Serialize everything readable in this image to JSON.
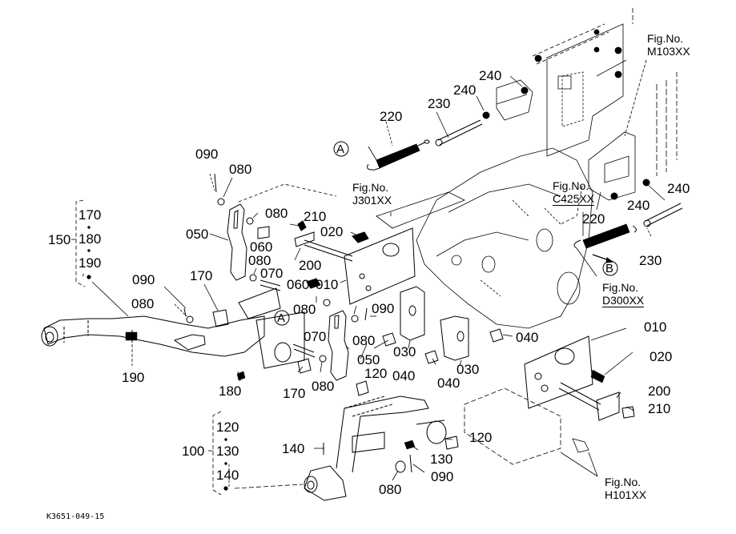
{
  "drawing_code": "K3651-049-15",
  "assemblies": [
    {
      "number": "150",
      "members": [
        "170",
        "180",
        "190"
      ]
    },
    {
      "number": "100",
      "members": [
        "120",
        "130",
        "140"
      ]
    }
  ],
  "callouts": {
    "A": "A",
    "B": "B"
  },
  "figure_refs": {
    "m103": {
      "line1": "Fig.No.",
      "line2": "M103XX"
    },
    "j301": {
      "line1": "Fig.No.",
      "line2": "J301XX"
    },
    "c425": {
      "line1": "Fig.No.",
      "line2": "C425XX"
    },
    "d300": {
      "line1": "Fig.No.",
      "line2": "D300XX"
    },
    "h101": {
      "line1": "Fig.No.",
      "line2": "H101XX"
    }
  },
  "part_labels": {
    "p090_top": "090",
    "p080_top": "080",
    "p050_left": "050",
    "p080_mid": "080",
    "p060_a": "060",
    "p080_b": "080",
    "p070_a": "070",
    "p210_a": "210",
    "p020_a": "020",
    "p200_a": "200",
    "p060_b": "060",
    "p010_a": "010",
    "p090_mid": "090",
    "p080_c": "080",
    "p170_a": "170",
    "p080_d": "080",
    "p090_c": "090",
    "p070_b": "070",
    "p080_e": "080",
    "p050_b": "050",
    "p120_a": "120",
    "p030_a": "030",
    "p040_a": "040",
    "p040_b": "040",
    "p030_b": "030",
    "p040_c": "040",
    "p190": "190",
    "p180": "180",
    "p170_b": "170",
    "p080_f": "080",
    "p220_a": "220",
    "p230_a": "230",
    "p240_a": "240",
    "p240_b": "240",
    "p240_c": "240",
    "p240_d": "240",
    "p220_b": "220",
    "p230_b": "230",
    "p010_b": "010",
    "p020_b": "020",
    "p200_b": "200",
    "p210_b": "210",
    "p140": "140",
    "p120_b": "120",
    "p130": "130",
    "p090_d": "090",
    "p080_g": "080"
  }
}
